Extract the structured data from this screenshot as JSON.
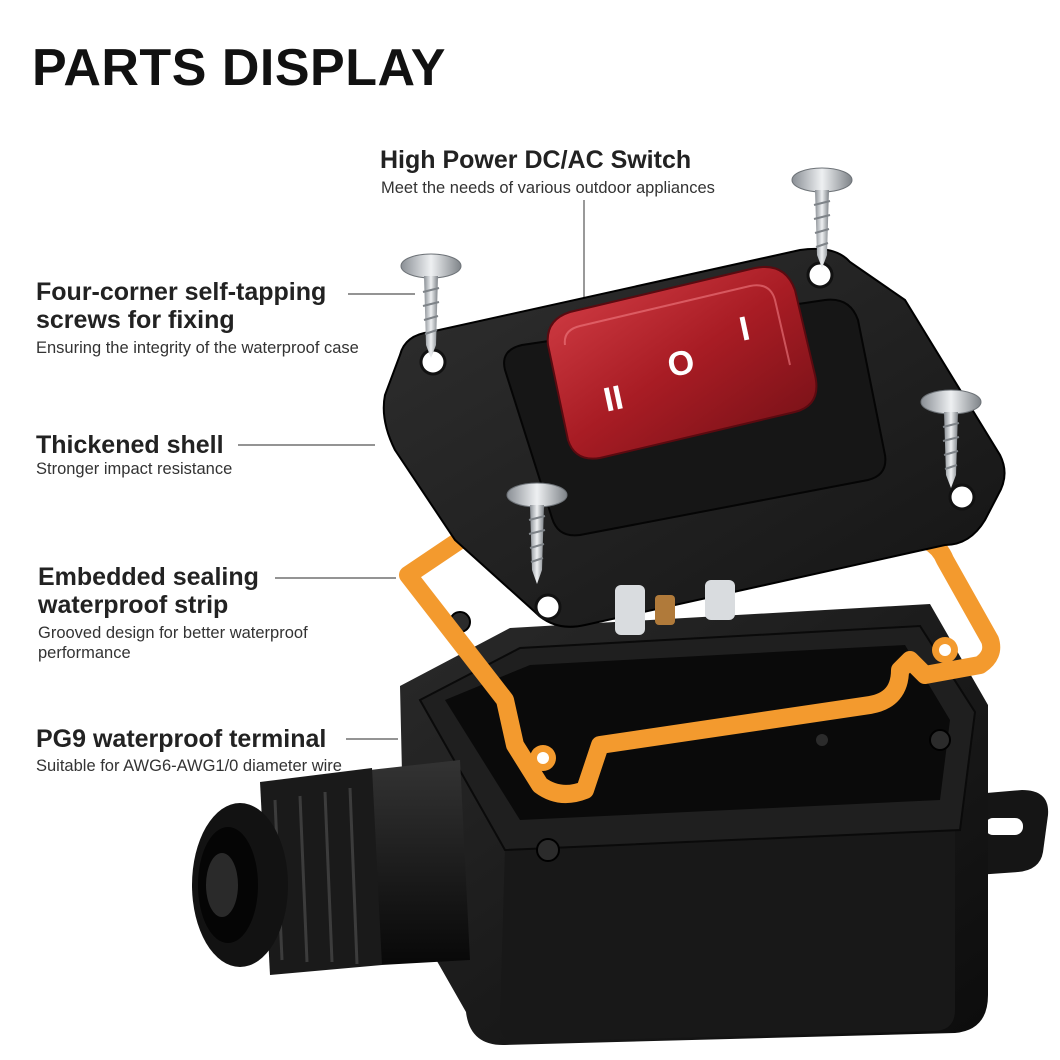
{
  "page": {
    "title": "PARTS DISPLAY"
  },
  "callouts": {
    "switch": {
      "title": "High Power DC/AC Switch",
      "desc": "Meet the needs of various outdoor appliances"
    },
    "screws": {
      "title_line1": "Four-corner self-tapping",
      "title_line2": "screws for fixing",
      "desc": "Ensuring the integrity of the waterproof case"
    },
    "shell": {
      "title": "Thickened shell",
      "desc": "Stronger impact resistance"
    },
    "strip": {
      "title_line1": "Embedded sealing",
      "title_line2": "waterproof strip",
      "desc_line1": "Grooved design for better waterproof",
      "desc_line2": "performance"
    },
    "terminal": {
      "title": "PG9 waterproof terminal",
      "desc": "Suitable for AWG6-AWG1/0 diameter wire"
    }
  },
  "switch_symbols": {
    "left": "II",
    "center": "O",
    "right": "I"
  },
  "colors": {
    "housing": "#1b1b1b",
    "gasket": "#f39a2e",
    "rocker": "#b3212a",
    "screw": "#c9ccd0",
    "leader_line": "#555555"
  }
}
